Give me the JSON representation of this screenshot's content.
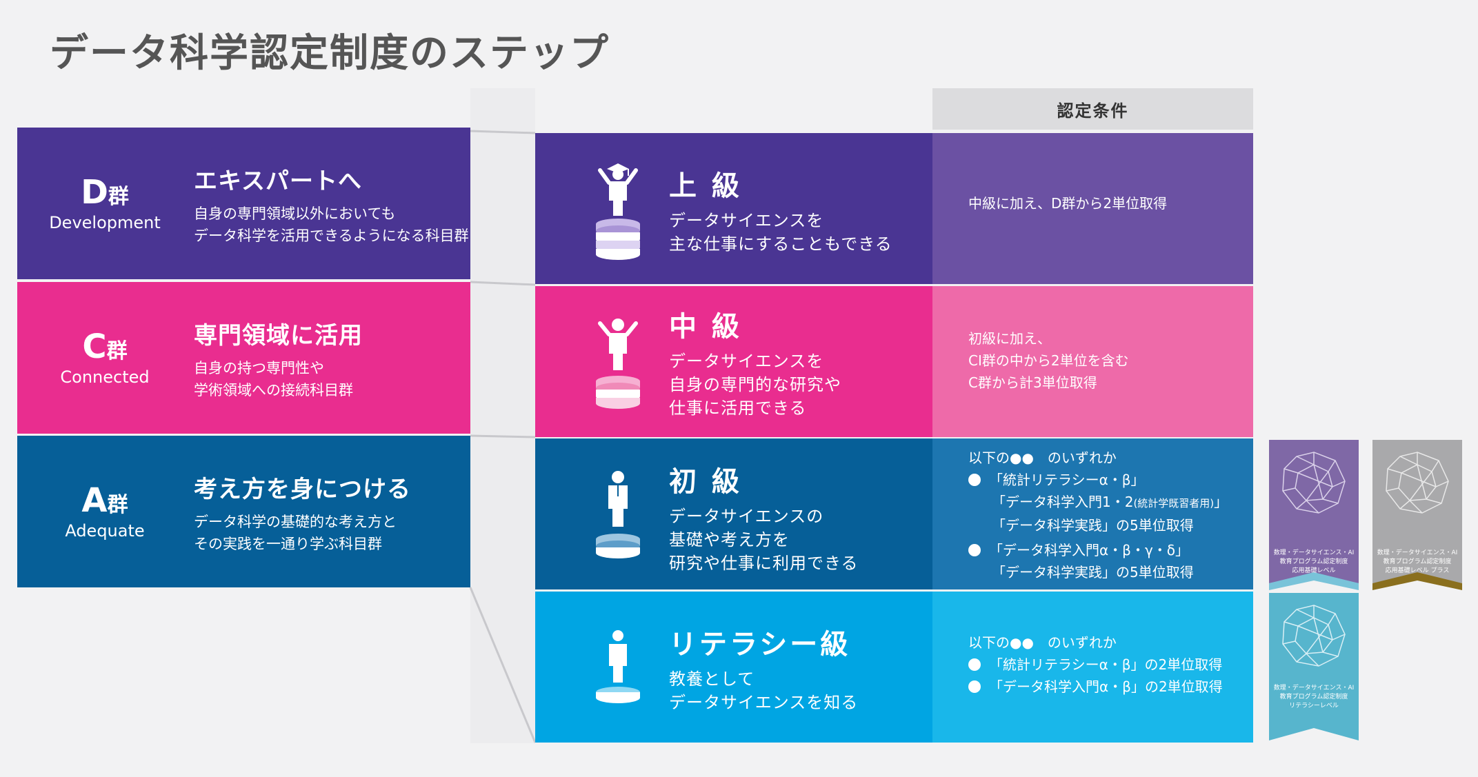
{
  "page_title": "データ科学認定制度のステップ",
  "conditions_header": "認定条件",
  "groups": [
    {
      "letter": "D",
      "gun": "群",
      "sub": "Development",
      "heading": "エキスパートへ",
      "desc": [
        "自身の専門領域以外においても",
        "データ科学を活用できるようになる科目群"
      ],
      "color": "#4a3593"
    },
    {
      "letter": "C",
      "gun": "群",
      "sub": "Connected",
      "heading": "専門領域に活用",
      "desc": [
        "自身の持つ専門性や",
        "学術領域への接続科目群"
      ],
      "color": "#e92d8f"
    },
    {
      "letter": "A",
      "gun": "群",
      "sub": "Adequate",
      "heading": "考え方を身につける",
      "desc": [
        "データ科学の基礎的な考え方と",
        "その実践を一通り学ぶ科目群"
      ],
      "color": "#065f98"
    }
  ],
  "levels": [
    {
      "icon": "graduate-on-stack-icon",
      "title": "上 級",
      "desc": [
        "データサイエンスを",
        "主な仕事にすることもできる"
      ],
      "conditions": [
        "中級に加え、D群から2単位取得"
      ],
      "color": "#4a3593",
      "cond_color": "#6b51a3"
    },
    {
      "icon": "person-on-stack-icon",
      "title": "中 級",
      "desc": [
        "データサイエンスを",
        "自身の専門的な研究や",
        "仕事に活用できる"
      ],
      "conditions": [
        "初級に加え、",
        "CI群の中から2単位を含む",
        "C群から計3単位取得"
      ],
      "color": "#e92d8f",
      "cond_color": "#ee6aa9"
    },
    {
      "icon": "person-on-stack-icon",
      "title": "初 級",
      "desc": [
        "データサイエンスの",
        "基礎や考え方を",
        "研究や仕事に利用できる"
      ],
      "cond_intro": "以下の●●　のいずれか",
      "options": [
        {
          "lines": [
            "「統計リテラシーα・β」",
            "「データ科学入門1・2",
            "「データ科学実践」の5単位取得"
          ],
          "note": "(統計学既習者用)",
          "note_suffix": "」"
        },
        {
          "lines": [
            "「データ科学入門α・β・γ・δ」",
            "「データ科学実践」の5単位取得"
          ]
        }
      ],
      "color": "#065f98",
      "cond_color": "#1d76b0"
    },
    {
      "icon": "person-on-stack-icon",
      "title": "リテラシー級",
      "desc": [
        "教養として",
        "データサイエンスを知る"
      ],
      "cond_intro": "以下の●●　のいずれか",
      "options": [
        {
          "lines": [
            "「統計リテラシーα・β」の2単位取得"
          ]
        },
        {
          "lines": [
            "「データ科学入門α・β」の2単位取得"
          ]
        }
      ],
      "color": "#00a5e3",
      "cond_color": "#19b7ea"
    }
  ],
  "badges": [
    {
      "lines": [
        "数理・データサイエンス・AI",
        "教育プログラム認定制度",
        "応用基礎レベル"
      ],
      "color": "#7f68a6",
      "chevron": "#79c3d9"
    },
    {
      "lines": [
        "数理・データサイエンス・AI",
        "教育プログラム認定制度",
        "応用基礎レベル プラス"
      ],
      "color": "#a9a9ab",
      "chevron": "#8a6f1e"
    },
    {
      "lines": [
        "数理・データサイエンス・AI",
        "教育プログラム認定制度",
        "リテラシーレベル"
      ],
      "color": "#57b5cd"
    }
  ]
}
